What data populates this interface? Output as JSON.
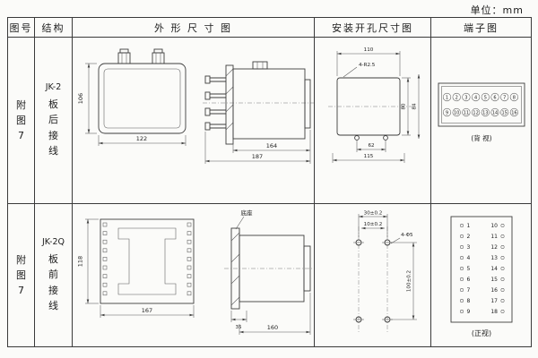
{
  "page": {
    "unit_label": "单位：mm"
  },
  "headers": {
    "fig_no": "图号",
    "structure": "结构",
    "outline": "外 形 尺 寸 图",
    "mounting": "安装开孔尺寸图",
    "terminal": "端子图"
  },
  "rows": [
    {
      "fig_no": "附图7",
      "model": "JK-2",
      "wiring": "板后接线",
      "outline_dims": {
        "front_height": "106",
        "front_width": "122",
        "side_body": "164",
        "side_total": "187"
      },
      "mounting_dims": {
        "width_top": "110",
        "corner_note": "4-R2.5",
        "height_inner": "80",
        "height_outer": "84",
        "hole_span": "62",
        "width_bottom": "115"
      },
      "terminals": {
        "top_row": [
          "1",
          "2",
          "3",
          "4",
          "5",
          "6",
          "7",
          "8"
        ],
        "bottom_row": [
          "9",
          "10",
          "11",
          "12",
          "13",
          "14",
          "15",
          "16"
        ],
        "view_label": "(背 视)"
      }
    },
    {
      "fig_no": "附图7",
      "model": "JK-2Q",
      "wiring": "板前接线",
      "outline_dims": {
        "front_height": "118",
        "front_width": "167",
        "base_label": "底座",
        "base_depth": "35",
        "side_length": "160"
      },
      "mounting_dims": {
        "span_h": "30±0.2",
        "span_inner": "10±0.2",
        "hole_note": "4-Φ5",
        "span_v": "100±0.2"
      },
      "terminals": {
        "left_col": [
          "1",
          "2",
          "3",
          "4",
          "5",
          "6",
          "7",
          "8",
          "9"
        ],
        "right_col": [
          "10",
          "11",
          "12",
          "13",
          "14",
          "15",
          "16",
          "17",
          "18"
        ],
        "view_label": "(正视)"
      }
    }
  ]
}
